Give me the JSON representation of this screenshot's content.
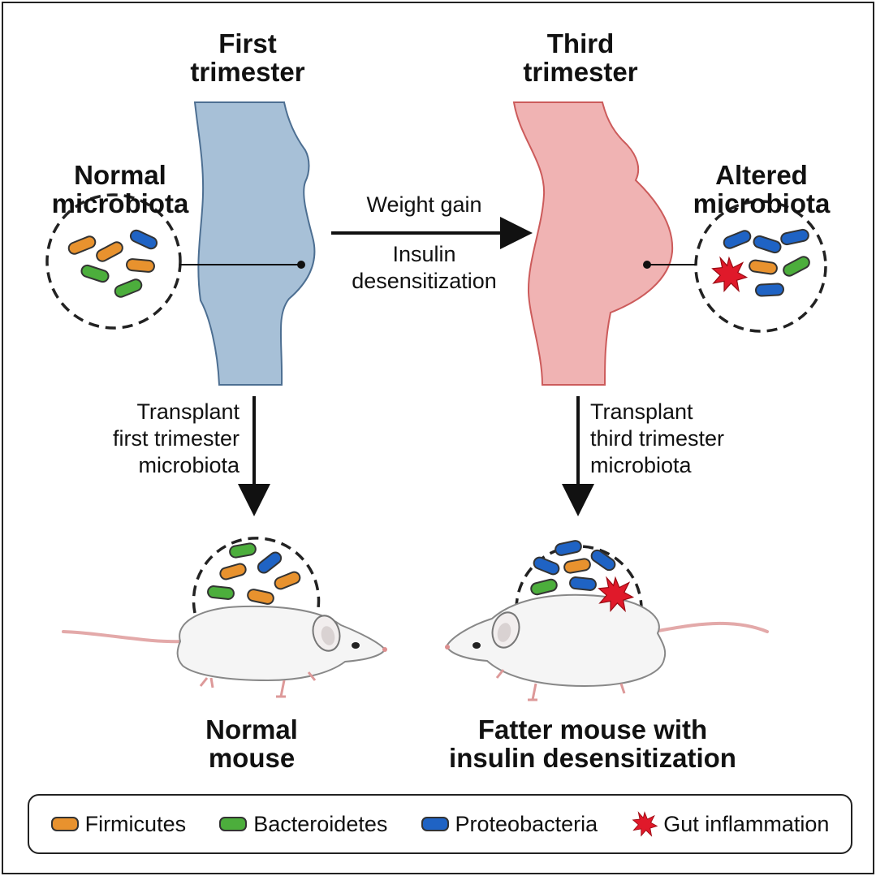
{
  "labels": {
    "first_title": "First\ntrimester",
    "third_title": "Third\ntrimester",
    "normal_microbiota": "Normal\nmicrobiota",
    "altered_microbiota": "Altered\nmicrobiota",
    "weight_gain": "Weight gain",
    "insulin_desens": "Insulin\ndesensitization",
    "transplant_first": "Transplant\nfirst trimester\nmicrobiota",
    "transplant_third": "Transplant\nthird trimester\nmicrobiota",
    "normal_mouse": "Normal\nmouse",
    "fatter_mouse": "Fatter mouse with\ninsulin desensitization"
  },
  "legend": {
    "firmicutes": "Firmicutes",
    "bacteroidetes": "Bacteroidetes",
    "proteobacteria": "Proteobacteria",
    "inflammation": "Gut inflammation"
  },
  "colors": {
    "firmicutes": "#e8922e",
    "bacteroidetes": "#4cae3c",
    "proteobacteria": "#1f63c4",
    "inflammation": "#e0192a",
    "first_body": "#a7c0d7",
    "third_body": "#f0b3b3"
  }
}
